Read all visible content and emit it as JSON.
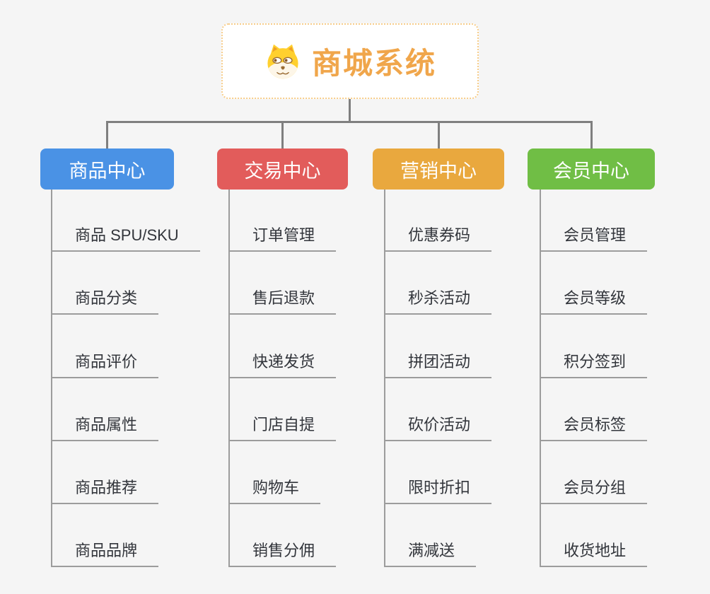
{
  "page": {
    "background_color": "#f5f5f5",
    "connector_color": "#7f7f7f",
    "leaf_line_color": "#9c9c9c",
    "leaf_text_color": "#32353b"
  },
  "root": {
    "title": "商城系统",
    "icon": "dog-icon",
    "text_color": "#f0a64b",
    "border_color": "#f7cd8a",
    "background_color": "#ffffff"
  },
  "branches": [
    {
      "id": "product",
      "label": "商品中心",
      "color": "#4a92e5",
      "items": [
        "商品 SPU/SKU",
        "商品分类",
        "商品评价",
        "商品属性",
        "商品推荐",
        "商品品牌"
      ]
    },
    {
      "id": "trade",
      "label": "交易中心",
      "color": "#e25c5b",
      "items": [
        "订单管理",
        "售后退款",
        "快递发货",
        "门店自提",
        "购物车",
        "销售分佣"
      ]
    },
    {
      "id": "marketing",
      "label": "营销中心",
      "color": "#e9a83e",
      "items": [
        "优惠券码",
        "秒杀活动",
        "拼团活动",
        "砍价活动",
        "限时折扣",
        "满减送"
      ]
    },
    {
      "id": "member",
      "label": "会员中心",
      "color": "#70be45",
      "items": [
        "会员管理",
        "会员等级",
        "积分签到",
        "会员标签",
        "会员分组",
        "收货地址"
      ]
    }
  ]
}
